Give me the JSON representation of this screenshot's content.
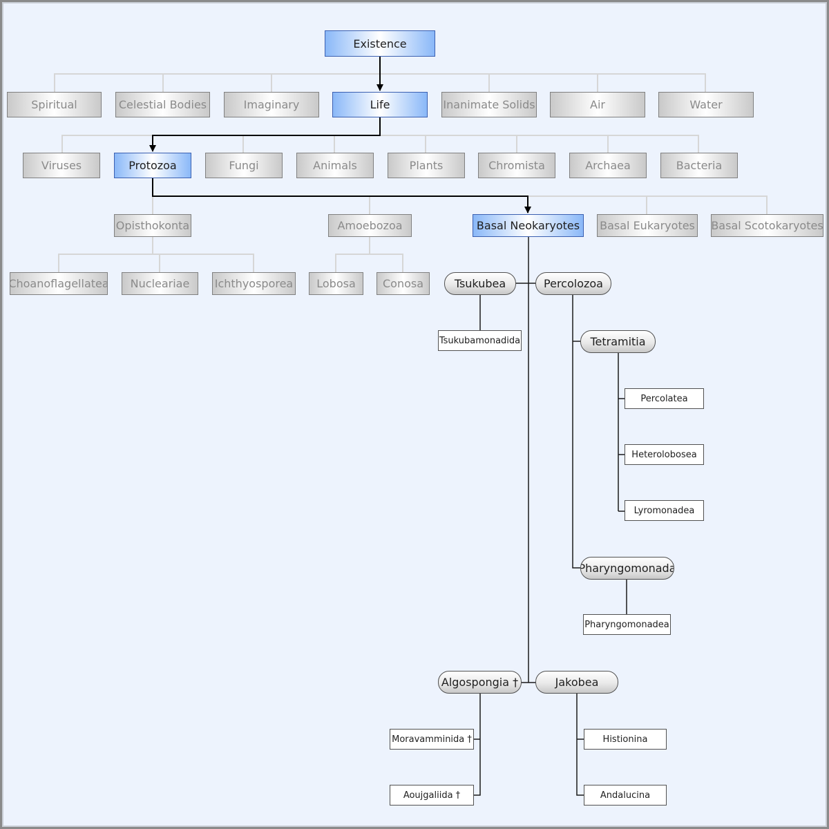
{
  "diagram": {
    "root": "Existence",
    "level1": [
      "Spiritual",
      "Celestial Bodies",
      "Imaginary",
      "Life",
      "Inanimate Solids",
      "Air",
      "Water"
    ],
    "level2": [
      "Viruses",
      "Protozoa",
      "Fungi",
      "Animals",
      "Plants",
      "Chromista",
      "Archaea",
      "Bacteria"
    ],
    "level3": [
      "Opisthokonta",
      "Amoebozoa",
      "Basal Neokaryotes",
      "Basal Eukaryotes",
      "Basal Scotokaryotes"
    ],
    "opisthokonta_children": [
      "Choanoflagellatea",
      "Nucleariae",
      "Ichthyosporea"
    ],
    "amoebozoa_children": [
      "Lobosa",
      "Conosa"
    ],
    "neokaryote_groups": [
      "Tsukubea",
      "Percolozoa",
      "Algospongia †",
      "Jakobea"
    ],
    "tsukubea_children": [
      "Tsukubamonadida"
    ],
    "percolozoa_children": [
      "Tetramitia",
      "Pharyngomonada"
    ],
    "tetramitia_children": [
      "Percolatea",
      "Heterolobosea",
      "Lyromonadea"
    ],
    "pharyngomonada_children": [
      "Pharyngomonadea"
    ],
    "algospongia_children": [
      "Moravamminida †",
      "Aoujgaliida †"
    ],
    "jakobea_children": [
      "Histionina",
      "Andalucina"
    ],
    "selected_path": [
      "Existence",
      "Life",
      "Protozoa",
      "Basal Neokaryotes"
    ],
    "colors": {
      "background": "#edf3fd",
      "selected": "#8ab8f8",
      "unselected": "#c9c9c9",
      "connector_muted": "#d6d6d6",
      "connector_active": "#000000"
    }
  }
}
